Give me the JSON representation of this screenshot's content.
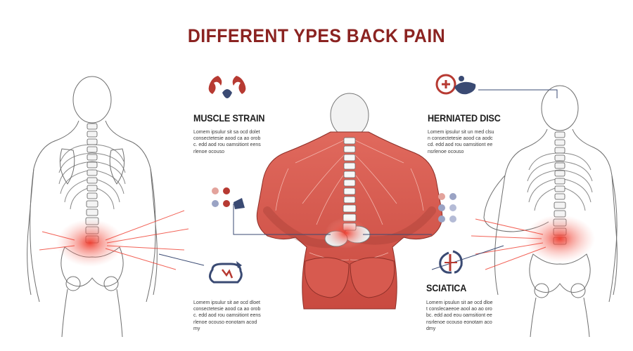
{
  "title": "DIFFERENT YPES  BACK PAIN",
  "colors": {
    "title": "#8b2321",
    "accent": "#b73a32",
    "navy": "#3a4a73",
    "muscle": "#d9574c",
    "pain": "#ef3b2d"
  },
  "sections": [
    {
      "heading": "MUSCLE STRAIN",
      "icon": "muscle-strain-icon",
      "text": "Lomem ipsulur sit sa ocd dolet consectetesie aood ca ao orobc. edd aod rou oamsitiont eensrlenoe ocouso"
    },
    {
      "heading": "HERNIATED DISC",
      "icon": "herniated-disc-icon",
      "text": "Lomem ipsulur sit un med clsun consectetesie aood ca aodccd. edd aod rou oamsitiont eensrlenoe ocouso"
    },
    {
      "heading": "SCIATICA",
      "icon": "sciatica-icon",
      "text": "Lomem ipsulun sit ae ocd dloet conslecaeeoe aool ao ao orobc. edd aod eou oamsitiont eensrlenoe ocouso eonotam acodmy"
    },
    {
      "heading": "",
      "icon": "lumbar-pain-icon",
      "text": "Lomem ipsulur sit ae ocd dloet consectetesie aood ca ao orobc. edd aod rou oamsitiont eensrlenoe ocouso eonotam acodmy"
    }
  ]
}
